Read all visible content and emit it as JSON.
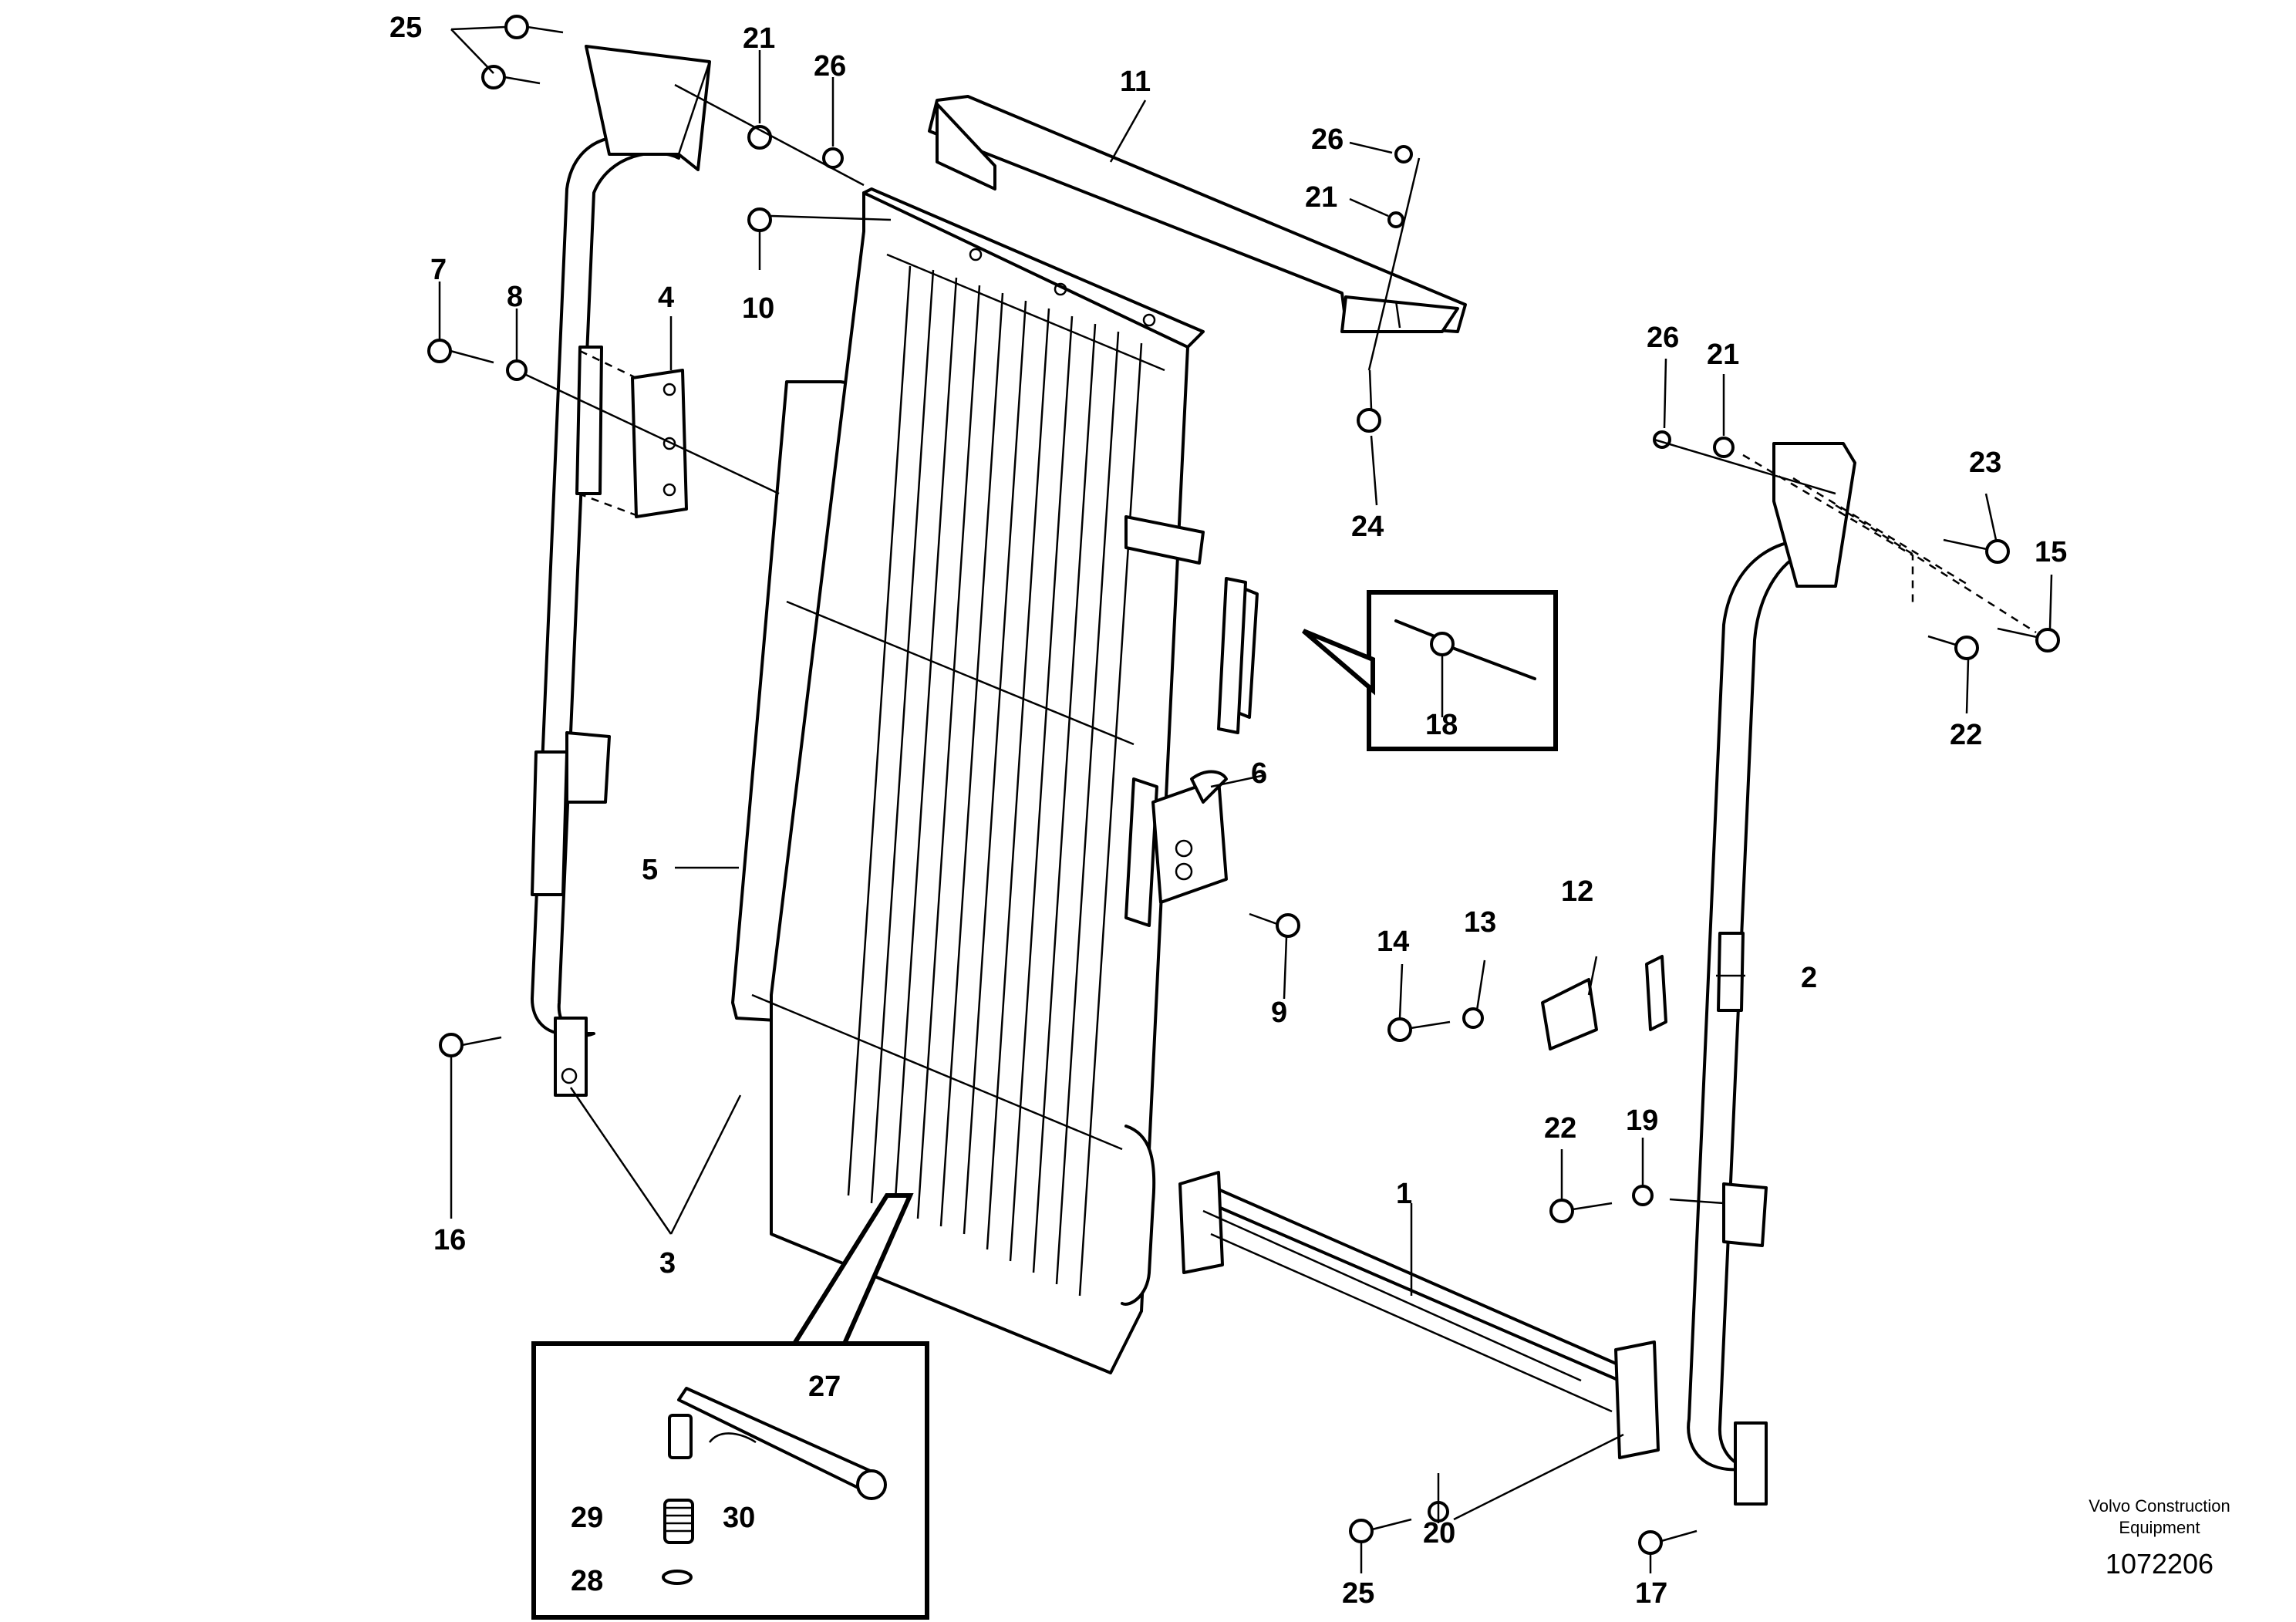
{
  "callouts": [
    {
      "id": "1",
      "text": "1"
    },
    {
      "id": "2",
      "text": "2"
    },
    {
      "id": "3",
      "text": "3"
    },
    {
      "id": "4",
      "text": "4"
    },
    {
      "id": "5",
      "text": "5"
    },
    {
      "id": "6",
      "text": "6"
    },
    {
      "id": "7",
      "text": "7"
    },
    {
      "id": "8",
      "text": "8"
    },
    {
      "id": "9",
      "text": "9"
    },
    {
      "id": "10",
      "text": "10"
    },
    {
      "id": "11",
      "text": "11"
    },
    {
      "id": "12",
      "text": "12"
    },
    {
      "id": "13",
      "text": "13"
    },
    {
      "id": "14",
      "text": "14"
    },
    {
      "id": "15",
      "text": "15"
    },
    {
      "id": "16",
      "text": "16"
    },
    {
      "id": "17",
      "text": "17"
    },
    {
      "id": "18",
      "text": "18"
    },
    {
      "id": "19",
      "text": "19"
    },
    {
      "id": "20",
      "text": "20"
    },
    {
      "id": "21a",
      "text": "21"
    },
    {
      "id": "21b",
      "text": "21"
    },
    {
      "id": "21c",
      "text": "21"
    },
    {
      "id": "22a",
      "text": "22"
    },
    {
      "id": "22b",
      "text": "22"
    },
    {
      "id": "23",
      "text": "23"
    },
    {
      "id": "24",
      "text": "24"
    },
    {
      "id": "25a",
      "text": "25"
    },
    {
      "id": "25b",
      "text": "25"
    },
    {
      "id": "26a",
      "text": "26"
    },
    {
      "id": "26b",
      "text": "26"
    },
    {
      "id": "26c",
      "text": "26"
    },
    {
      "id": "27",
      "text": "27"
    },
    {
      "id": "28",
      "text": "28"
    },
    {
      "id": "29",
      "text": "29"
    },
    {
      "id": "30",
      "text": "30"
    }
  ],
  "credit_line1": "Volvo Construction",
  "credit_line2": "Equipment",
  "drawing_number": "1072206"
}
